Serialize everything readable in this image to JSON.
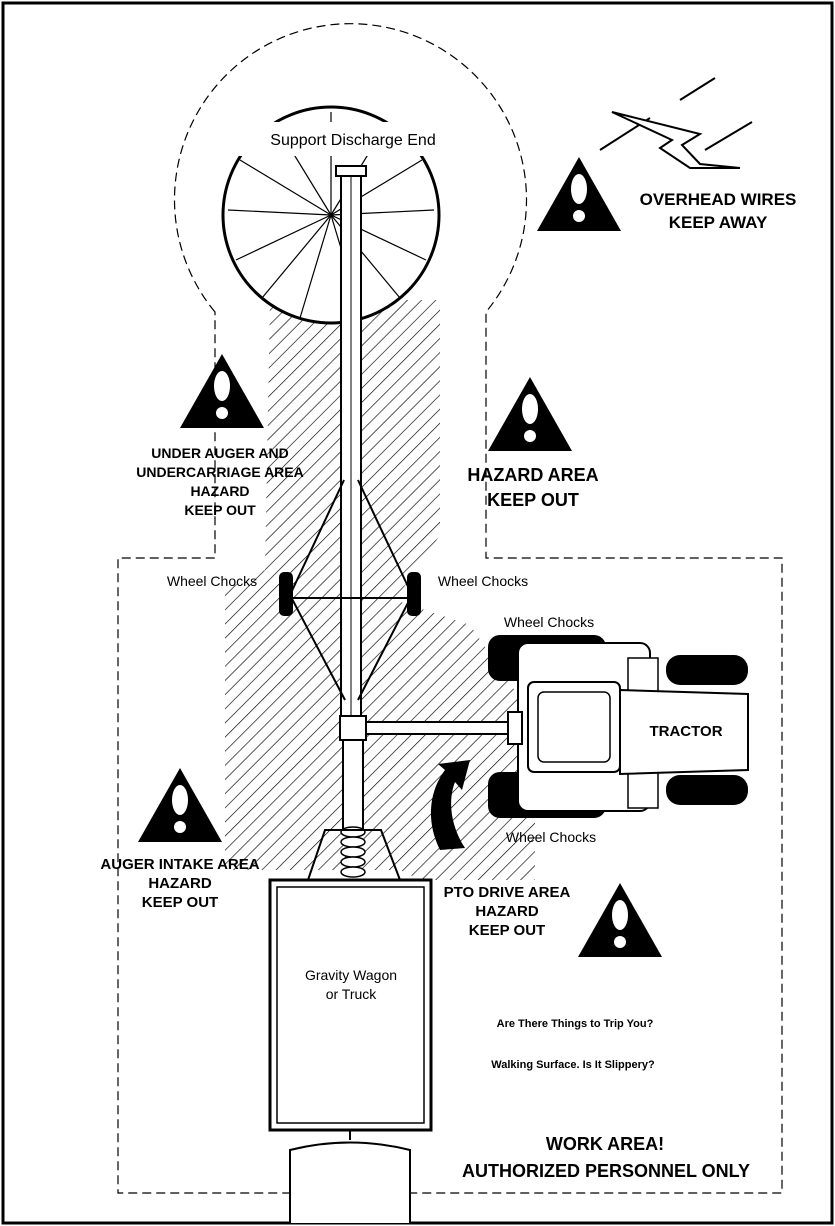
{
  "labels": {
    "support_discharge_end": "Support Discharge End",
    "overhead_wires": [
      "OVERHEAD WIRES",
      "KEEP AWAY"
    ],
    "under_auger": [
      "UNDER AUGER AND",
      "UNDERCARRIAGE AREA",
      "HAZARD",
      "KEEP OUT"
    ],
    "hazard_area": [
      "HAZARD AREA",
      "KEEP OUT"
    ],
    "wheel_chocks_left": "Wheel Chocks",
    "wheel_chocks_right": "Wheel Chocks",
    "wheel_chocks_tractor_top": "Wheel Chocks",
    "wheel_chocks_tractor_bottom": "Wheel Chocks",
    "tractor": "TRACTOR",
    "auger_intake": [
      "AUGER INTAKE AREA",
      "HAZARD",
      "KEEP OUT"
    ],
    "pto_drive": [
      "PTO DRIVE AREA",
      "HAZARD",
      "KEEP OUT"
    ],
    "gravity_wagon": [
      "Gravity Wagon",
      "or Truck"
    ],
    "trip_question": "Are There Things to Trip You?",
    "walking_surface": "Walking Surface.  Is It Slippery?",
    "work_area": [
      "WORK AREA!",
      "AUTHORIZED PERSONNEL ONLY"
    ]
  },
  "icons": [
    "warning-triangle-icon",
    "lightning-bolt-icon"
  ],
  "colors": {
    "ink": "#000000",
    "paper": "#ffffff"
  }
}
